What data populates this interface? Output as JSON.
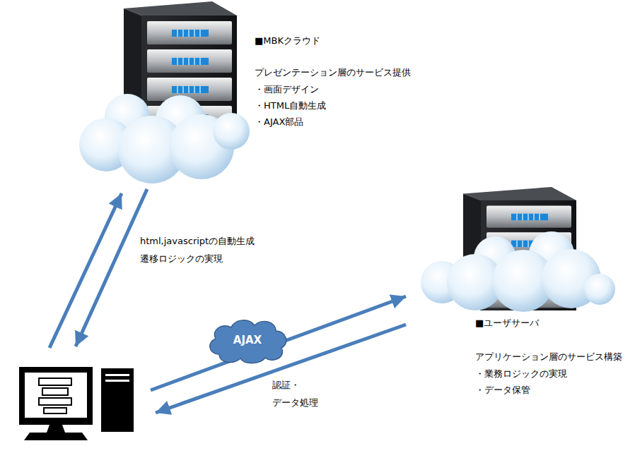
{
  "diagram": {
    "nodes": [
      {
        "text": [
          "■MBKクラウド",
          "プレゼンテーション層のサービス提供",
          "・画面デザイン",
          "・HTML自動生成",
          "・AJAX部品"
        ]
      },
      {
        "text": [
          "■ユーザサーバ",
          "アプリケーション層のサービス構築",
          "・業務ロジックの実現",
          "・データ保管"
        ]
      },
      {
        "text": [
          "AJAX"
        ]
      }
    ],
    "labels": [
      "html,javascriptの自動生成 遷移ロジックの実現",
      "認証・データ処理"
    ]
  }
}
